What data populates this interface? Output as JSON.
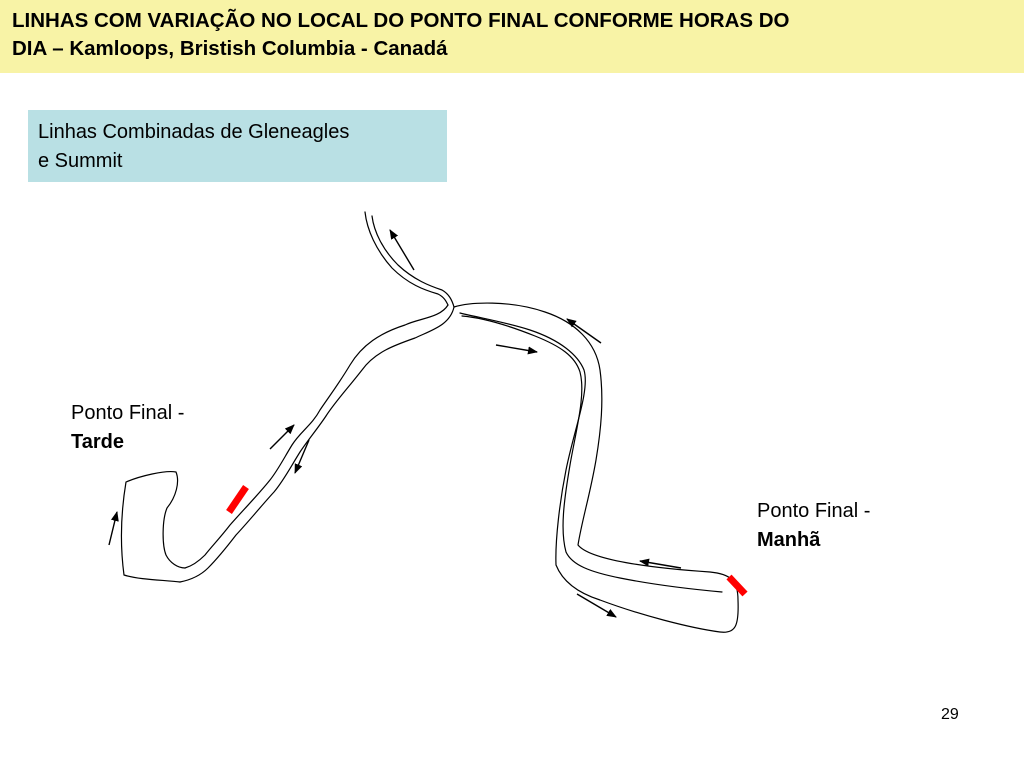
{
  "header": {
    "title_line1": "LINHAS COM VARIAÇÃO NO LOCAL DO PONTO FINAL CONFORME HORAS DO",
    "title_line2": "DIA – Kamloops, Bristish Columbia - Canadá",
    "background": "#f8f3a6"
  },
  "caption": {
    "line1": "Linhas Combinadas de Gleneagles",
    "line2": "e Summit",
    "background": "#b9e0e4"
  },
  "labels": {
    "afternoon": {
      "prefix": "Ponto Final -",
      "bold": "Tarde"
    },
    "morning": {
      "prefix": "Ponto Final -",
      "bold": "Manhã"
    }
  },
  "terminal_color": "#ff0000",
  "page_number": "29"
}
